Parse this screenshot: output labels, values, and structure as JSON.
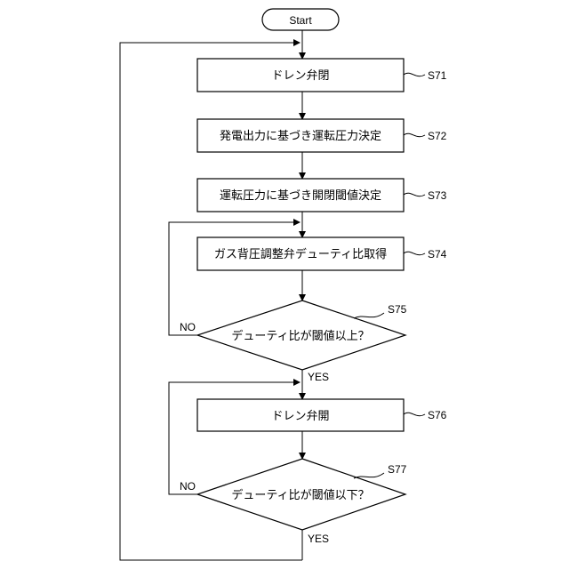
{
  "start": "Start",
  "steps": [
    {
      "label": "ドレン弁閉",
      "ref": "S71"
    },
    {
      "label": "発電出力に基づき運転圧力決定",
      "ref": "S72"
    },
    {
      "label": "運転圧力に基づき開閉閾値決定",
      "ref": "S73"
    },
    {
      "label": "ガス背圧調整弁デューティ比取得",
      "ref": "S74"
    },
    {
      "label": "ドレン弁開",
      "ref": "S76"
    }
  ],
  "decisions": [
    {
      "label": "デューティ比が閾値以上？",
      "ref": "S75",
      "yes": "YES",
      "no": "NO"
    },
    {
      "label": "デューティ比が閾値以下？",
      "ref": "S77",
      "yes": "YES",
      "no": "NO"
    }
  ]
}
